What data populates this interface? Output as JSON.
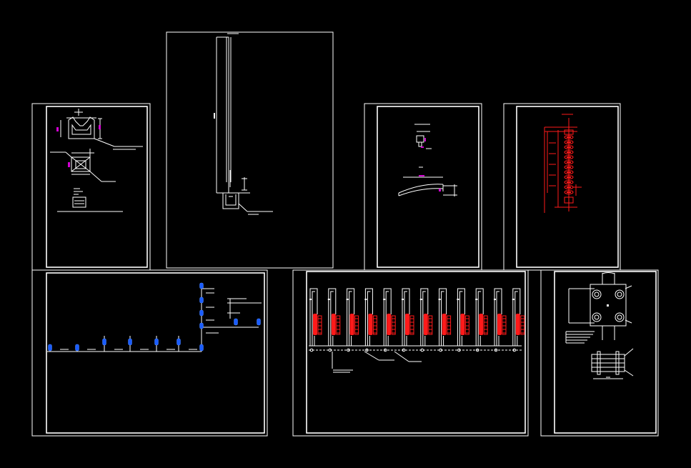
{
  "app": {
    "background": "#000000"
  },
  "colors": {
    "line": "#ffffff",
    "highlight_red": "#ff1a1a",
    "highlight_blue": "#1a5cff",
    "highlight_magenta": "#d400d4"
  },
  "sheets": [
    {
      "id": "manhole-section"
    },
    {
      "id": "pole-elevation"
    },
    {
      "id": "crossarm-detail"
    },
    {
      "id": "insulator-string"
    },
    {
      "id": "line-profile"
    },
    {
      "id": "switchgear-row"
    },
    {
      "id": "plate-connection"
    }
  ]
}
